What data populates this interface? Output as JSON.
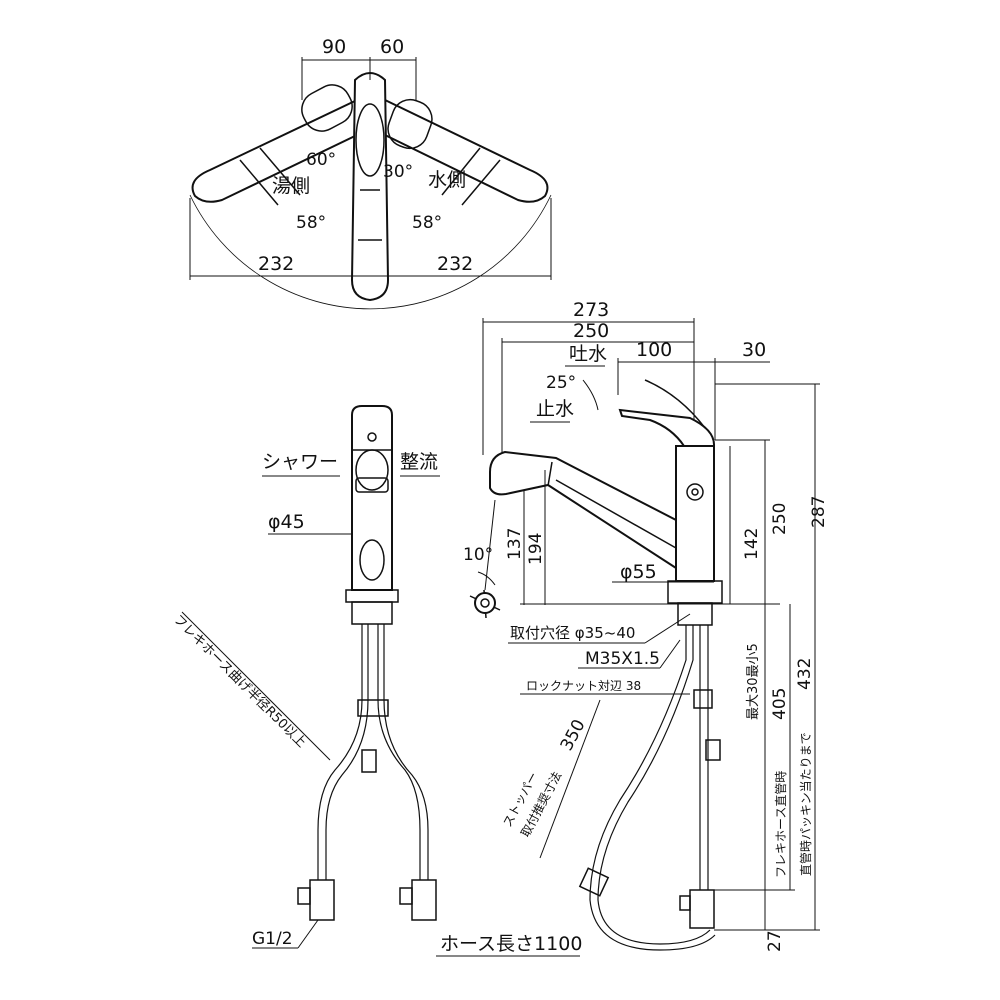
{
  "top_view": {
    "dim_left_width": "90",
    "dim_right_width": "60",
    "angle_hot_lever": "60°",
    "angle_cold_lever": "30°",
    "label_hot_side": "湯側",
    "label_cold_side": "水側",
    "angle_hot_swing": "58°",
    "angle_cold_swing": "58°",
    "dim_left_reach": "232",
    "dim_right_reach": "232"
  },
  "front_view": {
    "label_shower": "シャワー",
    "label_stream": "整流",
    "dim_diameter": "φ45",
    "label_flex_hose_bend": "フレキホース曲げ半径R50以上",
    "label_thread": "G1/2"
  },
  "side_view": {
    "dim_total_depth": "273",
    "dim_spout_reach": "250",
    "label_spout": "吐水",
    "dim_lever_100": "100",
    "dim_lever_30": "30",
    "angle_lever": "25°",
    "label_stop": "止水",
    "dim_height_250": "250",
    "dim_height_287": "287",
    "dim_height_142": "142",
    "dim_height_194": "194",
    "dim_height_137": "137",
    "angle_spout_tilt": "10°",
    "dim_body_diameter": "φ55",
    "label_mount_hole": "取付穴径 φ35~40",
    "label_thread_size": "M35X1.5",
    "label_lock_nut": "ロックナット対辺 38",
    "label_max_counter": "最大30最小5",
    "label_stopper": "ストッパー",
    "label_stopper_dim": "取付推奨寸法",
    "dim_stopper": "350",
    "label_hose_straight": "フレキホース直管時",
    "dim_hose_straight": "405",
    "label_straight_packing": "直管時パッキン当たりまで",
    "dim_straight_packing": "432",
    "label_hose_length": "ホース長さ1100",
    "dim_bottom": "27"
  }
}
